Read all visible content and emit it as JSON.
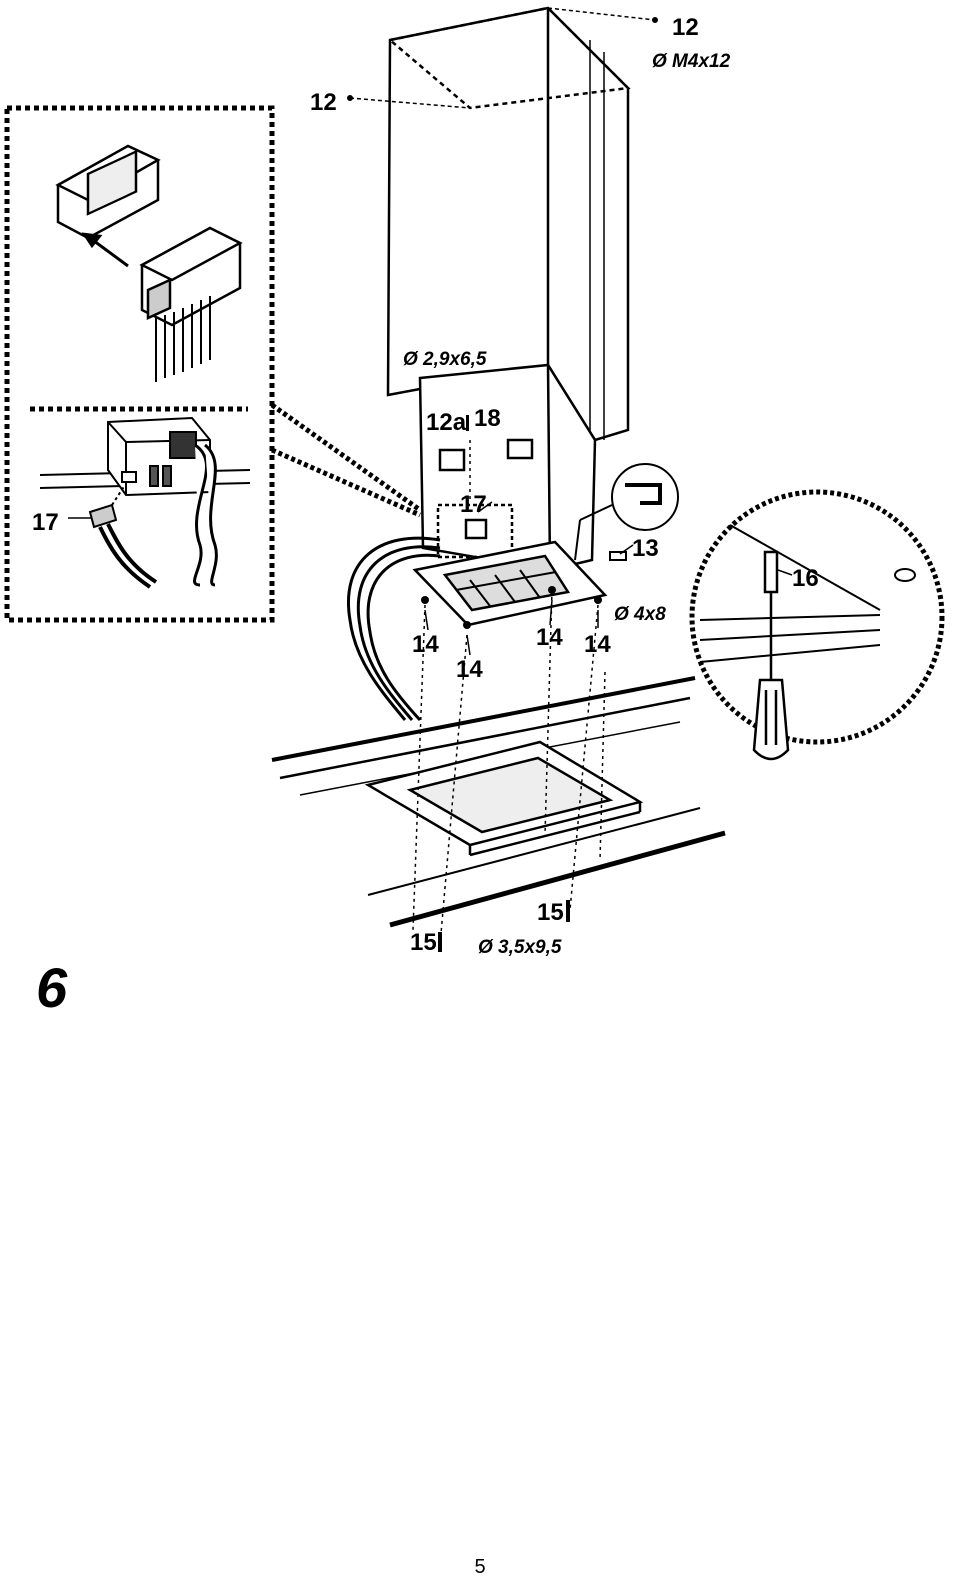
{
  "figure": {
    "step_number": "6",
    "labels": {
      "screw_12_top": "12",
      "screw_12_left": "12",
      "dim_m4x12": "Ø M4x12",
      "dim_2_9x6_5": "Ø 2,9x6,5",
      "part_12a": "12a",
      "part_18": "18",
      "part_17_inset": "17",
      "part_17_main": "17",
      "part_13": "13",
      "dim_4x8": "Ø 4x8",
      "part_16": "16",
      "part_14_a": "14",
      "part_14_b": "14",
      "part_14_c": "14",
      "part_14_d": "14",
      "part_15_a": "15",
      "part_15_b": "15",
      "dim_3_5x9_5": "Ø 3,5x9,5"
    }
  },
  "page_number": "5"
}
